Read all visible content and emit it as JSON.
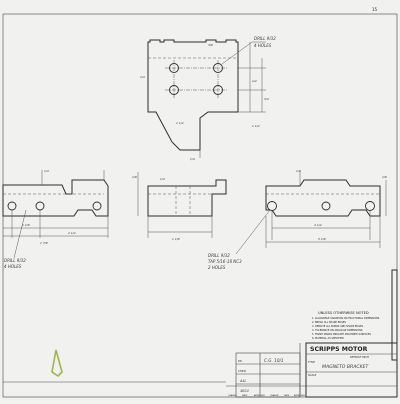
{
  "sheet": {
    "corner_number": "15",
    "paper_color": "#f1f1f0",
    "ink_color": "#2c2c2c"
  },
  "notes": {
    "drill_a_line1": "DRILL 9/32",
    "drill_a_line2": "4 HOLES",
    "drill_b_line1": "DRILL 9/32",
    "drill_b_line2": "4 HOLES",
    "drill_c_line1": "DRILL 9/32",
    "drill_c_line2": "TAP 5/16-18 NC3",
    "drill_c_line3": "2 HOLES"
  },
  "dimensions": {
    "top_view": [
      "1/2",
      "3/4",
      "1 1/2",
      "1/4",
      "1 1/2",
      "3/8",
      "1/4"
    ],
    "left_view": [
      "1/4",
      "1 1/8",
      "2 1/2",
      "1 7/8"
    ],
    "side_view": [
      "1/8",
      "1 1/8",
      "1/4"
    ],
    "right_view": [
      "1/4",
      "4 1/2",
      "5 1/8",
      "1/8"
    ]
  },
  "title_block": {
    "company": "SCRIPPS MOTOR",
    "company_sub": "DETROIT MICH",
    "title_label": "TITLE",
    "part_name": "MAGNETO BRACKET",
    "checked_label": "CHK'D",
    "drawn_label": "DR",
    "drawn_value": "C.G. 10/1",
    "checked_value": "",
    "scale_label": "SCALE",
    "notes_heading": "UNLESS OTHERWISE NOTED",
    "notes_lines": [
      "1. ALLOWABLE VARIATION ON FRACTIONAL DIMENSIONS",
      "2. BREAK ALL SHARP EDGES",
      "3. REMOVE ALL BURRS AND SHARP EDGES",
      "4. TOLERANCE ON ANGULAR DIMENSIONS",
      "5. FINISH MARKS INDICATE MACHINED SURFACES",
      "6. MATERIAL AS SPECIFIED"
    ],
    "rev_codes": [
      "A4L",
      "4B24"
    ],
    "rev_headers": [
      "CHANGE",
      "DATE",
      "APPROVED",
      "CHANGE",
      "DATE",
      "APPROVED"
    ]
  }
}
